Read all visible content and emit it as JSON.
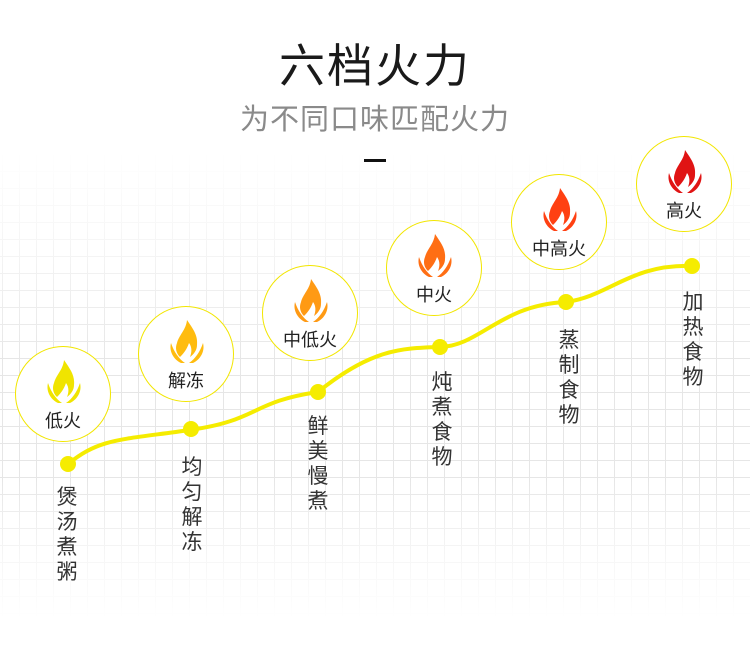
{
  "header": {
    "title": "六档火力",
    "subtitle": "为不同口味匹配火力"
  },
  "line_color": "#f5ec00",
  "levels": [
    {
      "label": "低火",
      "use": "煲汤煮粥",
      "flame_color": "#f0e400",
      "flame_icon": "flame-icon"
    },
    {
      "label": "解冻",
      "use": "均匀解冻",
      "flame_color": "#ffbc0f",
      "flame_icon": "flame-icon"
    },
    {
      "label": "中低火",
      "use": "鲜美慢煮",
      "flame_color": "#ff9a14",
      "flame_icon": "flame-icon"
    },
    {
      "label": "中火",
      "use": "炖煮食物",
      "flame_color": "#ff6e14",
      "flame_icon": "flame-icon"
    },
    {
      "label": "中高火",
      "use": "蒸制食物",
      "flame_color": "#ff4012",
      "flame_icon": "flame-icon"
    },
    {
      "label": "高火",
      "use": "加热食物",
      "flame_color": "#e01414",
      "flame_icon": "flame-icon"
    }
  ]
}
